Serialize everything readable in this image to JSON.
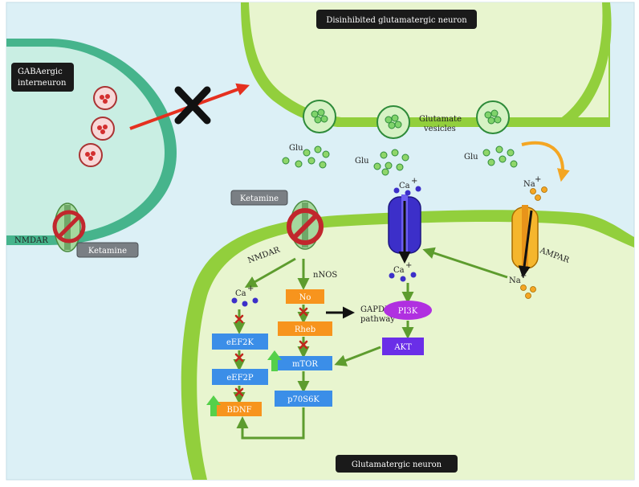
{
  "labels": {
    "top_neuron": "Disinhibited glutamatergic neuron",
    "gaba_line1": "GABAergic",
    "gaba_line2": "interneuron",
    "bottom_neuron": "Glutamatergic neuron",
    "vesicles_line1": "Glutamate",
    "vesicles_line2": "vesicles",
    "glu": "Glu",
    "ketamine": "Ketamine",
    "nmdar": "NMDAR",
    "ampar": "AMPAR",
    "nnos": "nNOS",
    "gapdh_line1": "GAPDH",
    "gapdh_line2": "pathway",
    "ca": "Ca",
    "na": "Na",
    "plus": "+"
  },
  "pathway_boxes": {
    "no": "No",
    "rheb": "Rheb",
    "mtor": "mTOR",
    "p70s6k": "p70S6K",
    "eef2k": "eEF2K",
    "eef2p": "eEF2P",
    "bdnf": "BDNF",
    "pi3k": "PI3K",
    "akt": "AKT"
  },
  "colors": {
    "background": "#dcf0f6",
    "neuron_fill": "#e8f5cf",
    "neuron_edge": "#92cf3c",
    "gaba_fill": "#c9eee3",
    "gaba_edge": "#46b48c",
    "arrow_green": "#5d9c2e",
    "inhibit_red": "#e5301f",
    "orange_box": "#f7941d",
    "blue_box": "#3b8ee8",
    "purple_pi3k": "#b030e0",
    "purple_akt": "#6a2ee8",
    "label_box": "#1a1a1a"
  }
}
